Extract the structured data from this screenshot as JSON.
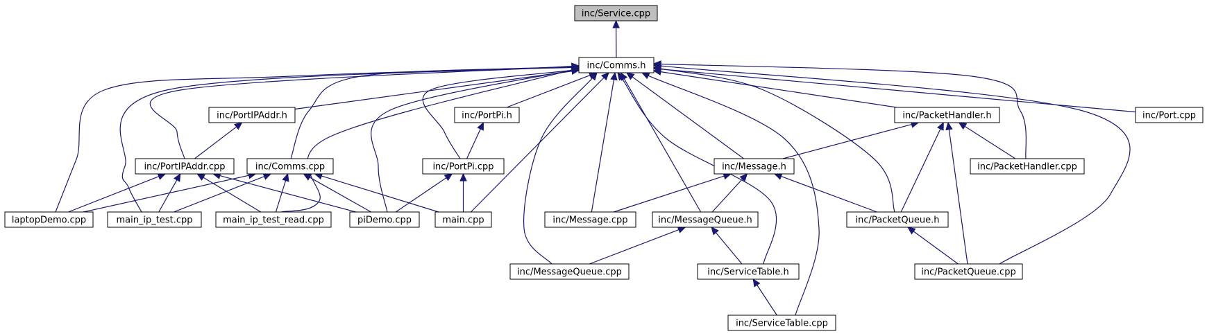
{
  "diagram": {
    "nodes": [
      {
        "id": "service_cpp",
        "label": "inc/Service.cpp",
        "root": true
      },
      {
        "id": "comms_h",
        "label": "inc/Comms.h"
      },
      {
        "id": "portipaddr_h",
        "label": "inc/PortIPAddr.h"
      },
      {
        "id": "portpi_h",
        "label": "inc/PortPi.h"
      },
      {
        "id": "packethandler_h",
        "label": "inc/PacketHandler.h"
      },
      {
        "id": "port_cpp",
        "label": "inc/Port.cpp"
      },
      {
        "id": "portipaddr_cpp",
        "label": "inc/PortIPAddr.cpp"
      },
      {
        "id": "comms_cpp",
        "label": "inc/Comms.cpp"
      },
      {
        "id": "portpi_cpp",
        "label": "inc/PortPi.cpp"
      },
      {
        "id": "message_h",
        "label": "inc/Message.h"
      },
      {
        "id": "packethandler_cpp",
        "label": "inc/PacketHandler.cpp"
      },
      {
        "id": "laptopdemo_cpp",
        "label": "laptopDemo.cpp"
      },
      {
        "id": "main_ip_test_cpp",
        "label": "main_ip_test.cpp"
      },
      {
        "id": "main_ip_test_read_cpp",
        "label": "main_ip_test_read.cpp"
      },
      {
        "id": "pidemo_cpp",
        "label": "piDemo.cpp"
      },
      {
        "id": "main_cpp",
        "label": "main.cpp"
      },
      {
        "id": "message_cpp",
        "label": "inc/Message.cpp"
      },
      {
        "id": "messagequeue_h",
        "label": "inc/MessageQueue.h"
      },
      {
        "id": "packetqueue_h",
        "label": "inc/PacketQueue.h"
      },
      {
        "id": "messagequeue_cpp",
        "label": "inc/MessageQueue.cpp"
      },
      {
        "id": "servicetable_h",
        "label": "inc/ServiceTable.h"
      },
      {
        "id": "packetqueue_cpp",
        "label": "inc/PacketQueue.cpp"
      },
      {
        "id": "servicetable_cpp",
        "label": "inc/ServiceTable.cpp"
      }
    ],
    "edges": [
      {
        "from": "comms_h",
        "to": "service_cpp"
      },
      {
        "from": "portipaddr_h",
        "to": "comms_h"
      },
      {
        "from": "portpi_h",
        "to": "comms_h"
      },
      {
        "from": "packethandler_h",
        "to": "comms_h"
      },
      {
        "from": "port_cpp",
        "to": "comms_h"
      },
      {
        "from": "portipaddr_cpp",
        "to": "comms_h"
      },
      {
        "from": "comms_cpp",
        "to": "comms_h"
      },
      {
        "from": "portpi_cpp",
        "to": "comms_h"
      },
      {
        "from": "message_h",
        "to": "comms_h"
      },
      {
        "from": "packethandler_cpp",
        "to": "comms_h"
      },
      {
        "from": "laptopdemo_cpp",
        "to": "comms_h"
      },
      {
        "from": "main_ip_test_cpp",
        "to": "comms_h"
      },
      {
        "from": "main_ip_test_read_cpp",
        "to": "comms_h"
      },
      {
        "from": "pidemo_cpp",
        "to": "comms_h"
      },
      {
        "from": "main_cpp",
        "to": "comms_h"
      },
      {
        "from": "message_cpp",
        "to": "comms_h"
      },
      {
        "from": "messagequeue_h",
        "to": "comms_h"
      },
      {
        "from": "packetqueue_h",
        "to": "comms_h"
      },
      {
        "from": "messagequeue_cpp",
        "to": "comms_h"
      },
      {
        "from": "servicetable_h",
        "to": "comms_h"
      },
      {
        "from": "packetqueue_cpp",
        "to": "comms_h"
      },
      {
        "from": "servicetable_cpp",
        "to": "comms_h"
      },
      {
        "from": "portipaddr_cpp",
        "to": "portipaddr_h"
      },
      {
        "from": "portpi_cpp",
        "to": "portpi_h"
      },
      {
        "from": "message_h",
        "to": "packethandler_h"
      },
      {
        "from": "packethandler_cpp",
        "to": "packethandler_h"
      },
      {
        "from": "packetqueue_h",
        "to": "packethandler_h"
      },
      {
        "from": "packetqueue_cpp",
        "to": "packethandler_h"
      },
      {
        "from": "laptopdemo_cpp",
        "to": "portipaddr_cpp"
      },
      {
        "from": "main_ip_test_cpp",
        "to": "portipaddr_cpp"
      },
      {
        "from": "main_ip_test_read_cpp",
        "to": "portipaddr_cpp"
      },
      {
        "from": "pidemo_cpp",
        "to": "portipaddr_cpp"
      },
      {
        "from": "laptopdemo_cpp",
        "to": "comms_cpp"
      },
      {
        "from": "main_ip_test_cpp",
        "to": "comms_cpp"
      },
      {
        "from": "main_ip_test_read_cpp",
        "to": "comms_cpp"
      },
      {
        "from": "pidemo_cpp",
        "to": "comms_cpp"
      },
      {
        "from": "main_cpp",
        "to": "comms_cpp"
      },
      {
        "from": "pidemo_cpp",
        "to": "portpi_cpp"
      },
      {
        "from": "main_cpp",
        "to": "portpi_cpp"
      },
      {
        "from": "message_cpp",
        "to": "message_h"
      },
      {
        "from": "messagequeue_h",
        "to": "message_h"
      },
      {
        "from": "packetqueue_h",
        "to": "message_h"
      },
      {
        "from": "messagequeue_cpp",
        "to": "messagequeue_h"
      },
      {
        "from": "servicetable_h",
        "to": "messagequeue_h"
      },
      {
        "from": "packetqueue_cpp",
        "to": "packetqueue_h"
      },
      {
        "from": "servicetable_cpp",
        "to": "servicetable_h"
      }
    ]
  }
}
